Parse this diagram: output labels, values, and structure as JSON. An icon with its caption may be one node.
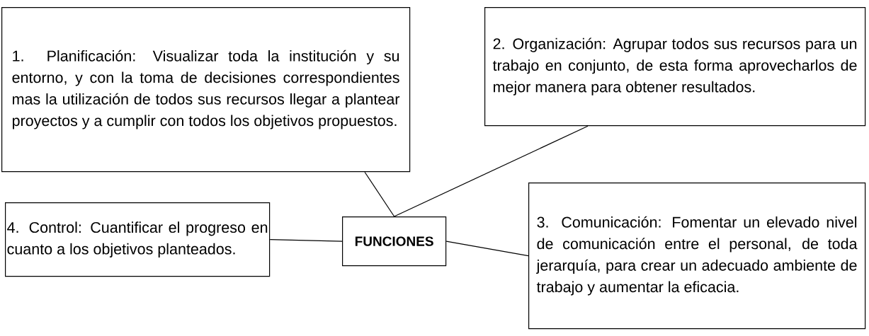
{
  "diagram": {
    "nodes": [
      {
        "text": [
          "1. Planificación: Visualizar toda la institución y su entorno, y con la toma de decisiones correspondientes mas la utilización de todos sus recursos llegar a plantear proyectos y a cumplir con todos los objetivos propuestos."
        ]
      },
      {
        "text": [
          "2. Organización: Agrupar todos sus recursos para un trabajo en conjunto, de esta forma aprovecharlos de mejor manera para obtener resultados."
        ]
      },
      {
        "text": [
          "4. Control: Cuantificar el progreso en cuanto a los objetivos planteados."
        ]
      },
      {
        "text": [
          "FUNCIONES"
        ]
      },
      {
        "text": [
          "3. Comunicación: Fomentar un elevado nivel de comunicación entre el personal, de toda jerarquía, para crear un adecuado ambiente de trabajo y aumentar la eficacia."
        ]
      }
    ],
    "edges": [
      {
        "from": 3,
        "to": 0,
        "arrow": "none"
      },
      {
        "from": 3,
        "to": 1,
        "arrow": "none"
      },
      {
        "from": 3,
        "to": 2,
        "arrow": "none"
      },
      {
        "from": 3,
        "to": 4,
        "arrow": "none"
      }
    ]
  }
}
